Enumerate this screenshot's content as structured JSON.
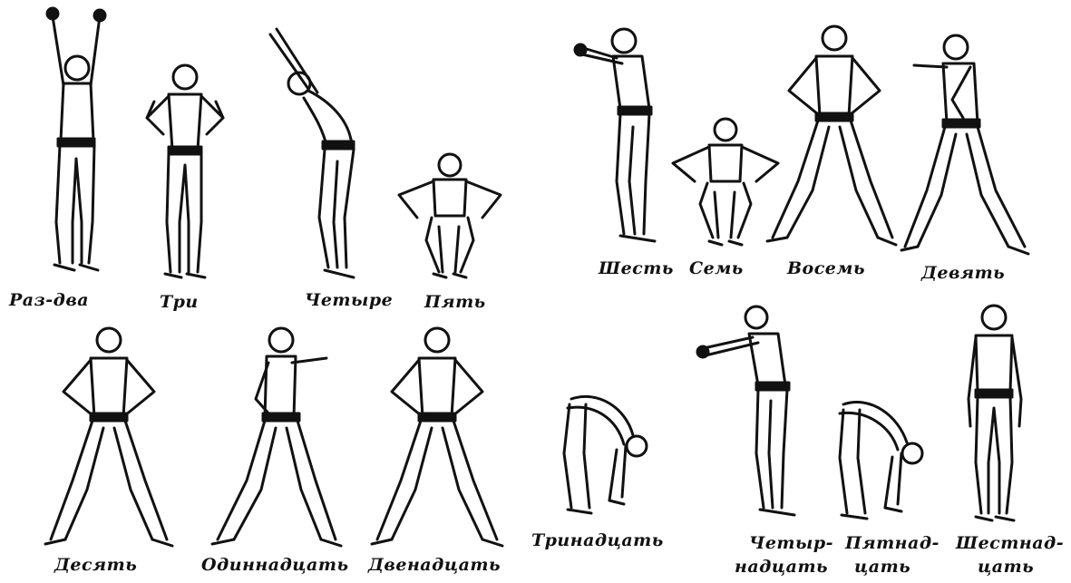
{
  "labels": {
    "one_two": "Раз-два",
    "three": "Три",
    "four": "Четыре",
    "five": "Пять",
    "six": "Шесть",
    "seven": "Семь",
    "eight": "Восемь",
    "nine": "Девять",
    "ten": "Десять",
    "eleven": "Одиннадцать",
    "twelve": "Двенадцать",
    "thirteen": "Тринадцать",
    "fourteen_a": "Четыр-",
    "fourteen_b": "надцать",
    "fifteen_a": "Пятнад-",
    "fifteen_b": "цать",
    "sixteen_a": "Шестнад-",
    "sixteen_b": "цать"
  },
  "colors": {
    "ink": "#111111",
    "paper": "#ffffff"
  }
}
